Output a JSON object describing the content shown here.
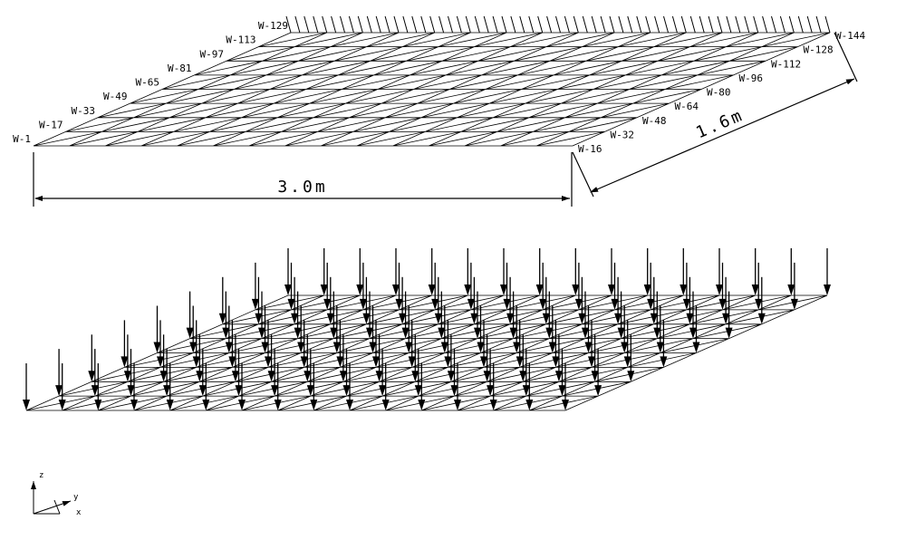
{
  "top_view": {
    "left_labels": [
      "W-1",
      "W-17",
      "W-33",
      "W-49",
      "W-65",
      "W-81",
      "W-97",
      "W-113",
      "W-129"
    ],
    "right_labels": [
      "W-16",
      "W-32",
      "W-48",
      "W-64",
      "W-80",
      "W-96",
      "W-112",
      "W-128",
      "W-144"
    ],
    "length_label": "3.0m",
    "width_label": "1.6m"
  },
  "load_view": {
    "node_columns": 16,
    "node_rows": 9
  },
  "axes": {
    "z": "z",
    "y": "y",
    "x": "x"
  },
  "colors": {
    "line": "#000000",
    "background": "#ffffff"
  }
}
